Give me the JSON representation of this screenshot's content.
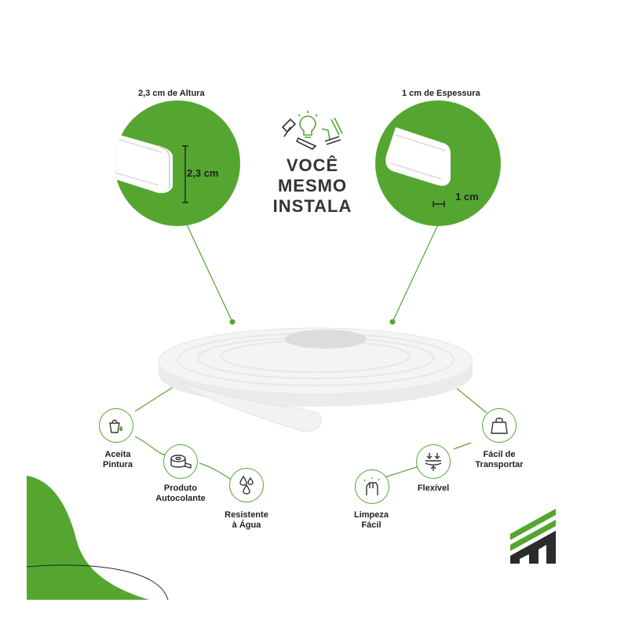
{
  "colors": {
    "accent": "#55a630",
    "dark": "#2b2b2b",
    "background": "#ffffff"
  },
  "height_panel": {
    "label": "2,3 cm de Altura",
    "dimension": "2,3 cm"
  },
  "thickness_panel": {
    "label": "1 cm de Espessura",
    "dimension": "1 cm"
  },
  "slogan": {
    "line1": "VOCÊ",
    "line2": "MESMO",
    "line3": "INSTALA",
    "icon": "tools-cluster-icon"
  },
  "features": [
    {
      "line1": "Aceita",
      "line2": "Pintura",
      "icon": "paint-bucket-icon"
    },
    {
      "line1": "Produto",
      "line2": "Autocolante",
      "icon": "adhesive-tape-icon"
    },
    {
      "line1": "Resistente",
      "line2": "à Água",
      "icon": "water-drops-icon"
    },
    {
      "line1": "Fácil de",
      "line2": "Transportar",
      "icon": "bag-icon"
    },
    {
      "line1": "Flexível",
      "line2": "",
      "icon": "flex-arrows-icon"
    },
    {
      "line1": "Limpeza",
      "line2": "Fácil",
      "icon": "cleaning-hand-icon"
    }
  ],
  "logo": {
    "icon": "brand-m-logo"
  }
}
